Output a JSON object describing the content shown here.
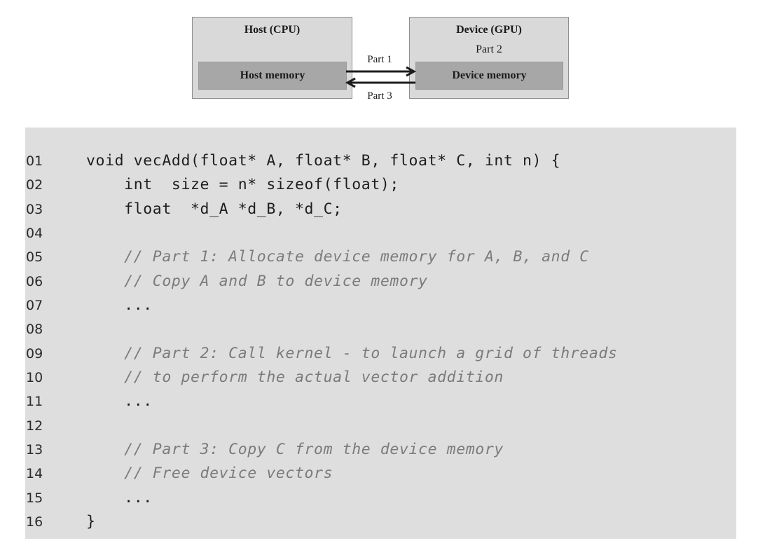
{
  "diagram": {
    "host": {
      "title": "Host (CPU)",
      "memory_label": "Host memory"
    },
    "device": {
      "title": "Device (GPU)",
      "subtitle": "Part 2",
      "memory_label": "Device memory"
    },
    "arrows": [
      {
        "label": "Part 1",
        "direction": "host-to-device"
      },
      {
        "label": "Part 3",
        "direction": "device-to-host"
      }
    ],
    "colors": {
      "box_fill": "#d9d9d9",
      "memory_fill": "#a7a7a7",
      "arrow": "#1c1c1c"
    }
  },
  "code": {
    "lines": [
      {
        "num": "01",
        "text": "void vecAdd(float* A, float* B, float* C, int n) {",
        "comment": false
      },
      {
        "num": "02",
        "text": "    int  size = n* sizeof(float);",
        "comment": false
      },
      {
        "num": "03",
        "text": "    float  *d_A *d_B, *d_C;",
        "comment": false
      },
      {
        "num": "04",
        "text": "",
        "comment": false
      },
      {
        "num": "05",
        "text": "    // Part 1: Allocate device memory for A, B, and C",
        "comment": true
      },
      {
        "num": "06",
        "text": "    // Copy A and B to device memory",
        "comment": true
      },
      {
        "num": "07",
        "text": "    ...",
        "comment": false
      },
      {
        "num": "08",
        "text": "",
        "comment": false
      },
      {
        "num": "09",
        "text": "    // Part 2: Call kernel - to launch a grid of threads",
        "comment": true
      },
      {
        "num": "10",
        "text": "    // to perform the actual vector addition",
        "comment": true
      },
      {
        "num": "11",
        "text": "    ...",
        "comment": false
      },
      {
        "num": "12",
        "text": "",
        "comment": false
      },
      {
        "num": "13",
        "text": "    // Part 3: Copy C from the device memory",
        "comment": true
      },
      {
        "num": "14",
        "text": "    // Free device vectors",
        "comment": true
      },
      {
        "num": "15",
        "text": "    ...",
        "comment": false
      },
      {
        "num": "16",
        "text": "}",
        "comment": false
      }
    ],
    "colors": {
      "panel_bg": "#dedede",
      "comment": "#7b7b7b",
      "text": "#1e1e1e"
    }
  }
}
